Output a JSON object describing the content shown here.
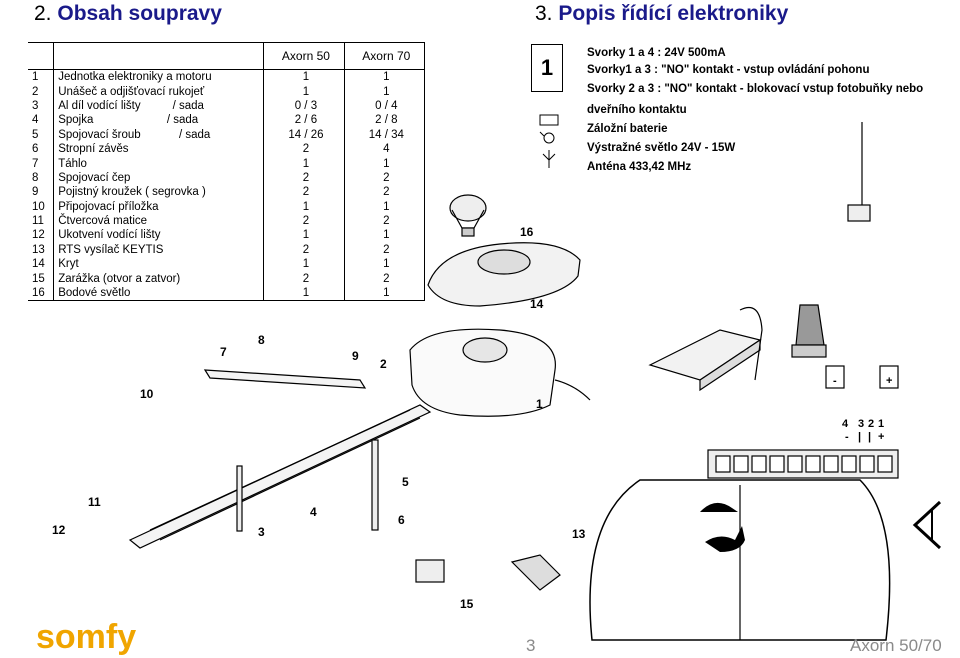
{
  "section2": {
    "number": "2.",
    "title": "Obsah soupravy"
  },
  "section3": {
    "number": "3.",
    "title": "Popis řídící elektroniky"
  },
  "table": {
    "col_a": "Axorn 50",
    "col_b": "Axorn 70",
    "rows": [
      {
        "no": "1",
        "name": "Jednotka elektroniky a motoru",
        "a": "1",
        "b": "1"
      },
      {
        "no": "2",
        "name": "Unášeč a odjišťovací rukojeť",
        "a": "1",
        "b": "1"
      },
      {
        "no": "3",
        "name": "Al díl vodící lišty          / sada",
        "a": "0  /  3",
        "b": "0  /  4"
      },
      {
        "no": "4",
        "name": "Spojka                       / sada",
        "a": "2  /  6",
        "b": "2  /  8"
      },
      {
        "no": "5",
        "name": "Spojovací šroub            / sada",
        "a": "14  /  26",
        "b": "14  /  34"
      },
      {
        "no": "6",
        "name": "Stropní závěs",
        "a": "2",
        "b": "4"
      },
      {
        "no": "7",
        "name": "Táhlo",
        "a": "1",
        "b": "1"
      },
      {
        "no": "8",
        "name": "Spojovací čep",
        "a": "2",
        "b": "2"
      },
      {
        "no": "9",
        "name": "Pojistný kroužek ( segrovka )",
        "a": "2",
        "b": "2"
      },
      {
        "no": "10",
        "name": "Připojovací příložka",
        "a": "1",
        "b": "1"
      },
      {
        "no": "11",
        "name": "Čtvercová matice",
        "a": "2",
        "b": "2"
      },
      {
        "no": "12",
        "name": "Ukotvení vodící lišty",
        "a": "1",
        "b": "1"
      },
      {
        "no": "13",
        "name": "RTS vysílač KEYTIS",
        "a": "2",
        "b": "2"
      },
      {
        "no": "14",
        "name": "Kryt",
        "a": "1",
        "b": "1"
      },
      {
        "no": "15",
        "name": "Zarážka (otvor a zatvor)",
        "a": "2",
        "b": "2"
      },
      {
        "no": "16",
        "name": "Bodové světlo",
        "a": "1",
        "b": "1"
      }
    ]
  },
  "box_number": "1",
  "specs": [
    "Svorky 1 a 4 : 24V 500mA",
    "Svorky1 a 3 : \"NO\" kontakt - vstup ovládání pohonu",
    "Svorky 2 a 3 : \"NO\" kontakt - blokovací vstup fotobuňky nebo",
    "dveřního kontaktu",
    "Záložní baterie",
    "Výstražné světlo 24V - 15W",
    "Anténa 433,42 MHz"
  ],
  "callouts": [
    "1",
    "2",
    "3",
    "4",
    "5",
    "6",
    "7",
    "8",
    "9",
    "10",
    "11",
    "12",
    "13",
    "14",
    "15",
    "16"
  ],
  "terminals": {
    "numbers": [
      "4",
      "3",
      "2",
      "1"
    ],
    "minus": "-",
    "plus": "+",
    "bottom": [
      "-",
      "|",
      "|",
      "+"
    ]
  },
  "logo": "somfy",
  "footer": {
    "page": "3",
    "model": "Axorn 50/70"
  }
}
